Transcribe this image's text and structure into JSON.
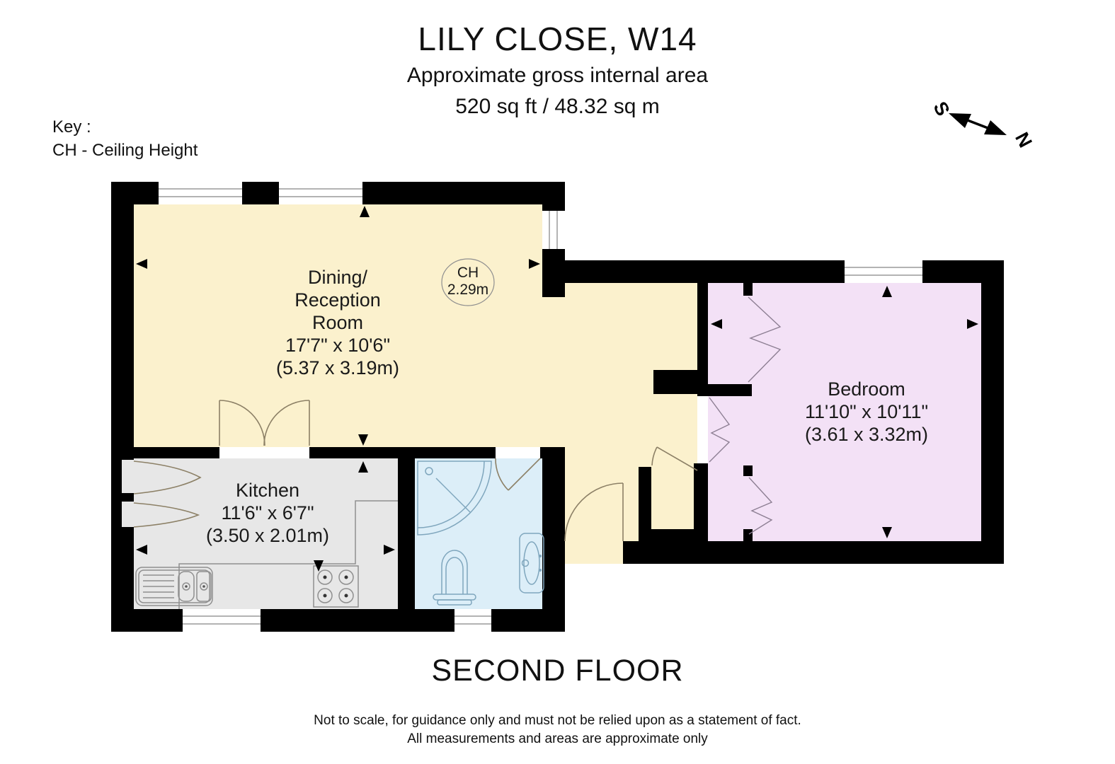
{
  "header": {
    "title": "LILY CLOSE, W14",
    "subtitle": "Approximate gross internal area",
    "area": "520 sq ft  / 48.32 sq m"
  },
  "key": {
    "label": "Key :",
    "entry": "CH - Ceiling Height"
  },
  "compass": {
    "south": "S",
    "north": "N"
  },
  "floor_label": "SECOND FLOOR",
  "footer": {
    "line1": "Not to scale, for guidance only and must not be relied upon as a statement of fact.",
    "line2": "All measurements and areas are approximate only"
  },
  "rooms": {
    "dining": {
      "name_line1": "Dining/",
      "name_line2": "Reception",
      "name_line3": "Room",
      "dims_imperial": "17'7\" x 10'6\"",
      "dims_metric": "(5.37 x 3.19m)",
      "fill": "#FBF1CD"
    },
    "kitchen": {
      "name": "Kitchen",
      "dims_imperial": "11'6\" x 6'7\"",
      "dims_metric": "(3.50 x 2.01m)",
      "fill": "#E7E7E7"
    },
    "bedroom": {
      "name": "Bedroom",
      "dims_imperial": "11'10\" x 10'11\"",
      "dims_metric": "(3.61 x 3.32m)",
      "fill": "#F3E1F6"
    },
    "bathroom": {
      "fill": "#DCEEF8"
    }
  },
  "ceiling_height": {
    "label": "CH",
    "value": "2.29m"
  },
  "colors": {
    "wall": "#000000"
  }
}
